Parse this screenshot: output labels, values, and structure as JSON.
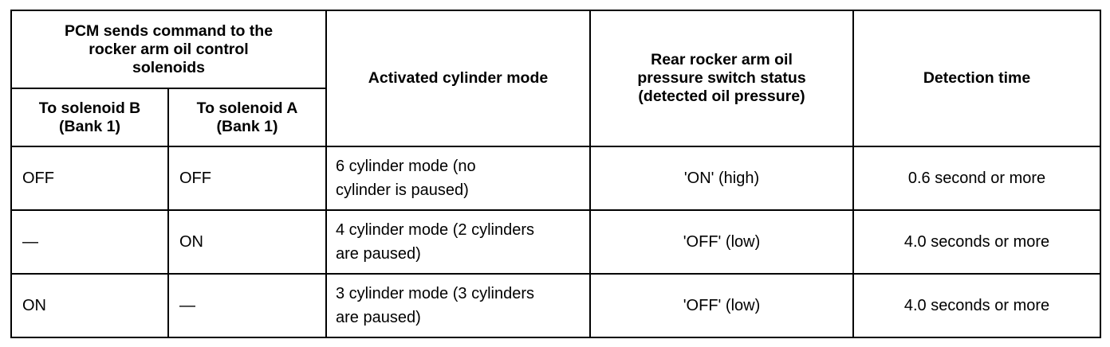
{
  "table": {
    "headers": {
      "group_solenoid_command": "PCM sends command to the\nrocker arm oil control\nsolenoids",
      "solenoid_b": "To solenoid B\n(Bank 1)",
      "solenoid_a": "To solenoid A\n(Bank 1)",
      "activated_cylinder_mode": "Activated cylinder mode",
      "pressure_switch_status": "Rear rocker arm oil\npressure switch status\n(detected oil pressure)",
      "detection_time": "Detection time"
    },
    "rows": [
      {
        "solenoid_b": "OFF",
        "solenoid_a": "OFF",
        "cylinder_mode": "6 cylinder mode (no\ncylinder is paused)",
        "switch_status": "'ON' (high)",
        "detection_time": "0.6 second or more"
      },
      {
        "solenoid_b": "—",
        "solenoid_a": "ON",
        "cylinder_mode": "4 cylinder mode (2 cylinders\nare paused)",
        "switch_status": "'OFF' (low)",
        "detection_time": "4.0 seconds or more"
      },
      {
        "solenoid_b": "ON",
        "solenoid_a": "—",
        "cylinder_mode": "3 cylinder mode (3 cylinders\nare paused)",
        "switch_status": "'OFF' (low)",
        "detection_time": "4.0 seconds or more"
      }
    ]
  }
}
